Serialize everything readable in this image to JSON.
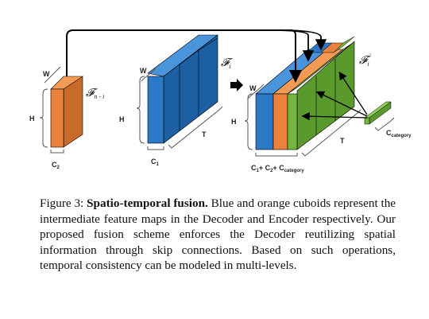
{
  "figure": {
    "labels": {
      "w": "W",
      "h": "H",
      "t": "T",
      "c1": "C",
      "c1_sub": "1",
      "c2": "C",
      "c2_sub": "2",
      "f_n_i": "𝓕",
      "f_n_i_sub": "n - i",
      "f_i": "𝓕",
      "f_i_sub": "i",
      "f_i_prime": "𝓕",
      "f_i_prime_sub": "i",
      "f_i_prime_mark": "′",
      "c_sum_1": "C",
      "c_sum_1_sub": "1",
      "c_sum_plus1": "+ C",
      "c_sum_2_sub": "2",
      "c_sum_plus2": "+ C",
      "c_sum_cat_sub": "category",
      "c_cat": "C",
      "c_cat_sub": "category"
    },
    "colors": {
      "blue_front": "#2a79c7",
      "blue_side": "#1d5fa3",
      "blue_top": "#4a94dc",
      "orange_front": "#e8823c",
      "orange_side": "#c96a28",
      "orange_top": "#f39a55",
      "green_front": "#72b63e",
      "green_side": "#5a9a2c",
      "green_top": "#8fd058",
      "line": "#000000"
    }
  },
  "caption": {
    "label": "Figure 3:",
    "title": "Spatio-temporal fusion.",
    "body": "Blue and orange cuboids represent the intermediate feature maps in the Decoder and Encoder respectively. Our proposed fusion scheme enforces the Decoder reutilizing spatial information through skip connections. Based on such operations, temporal consistency can be modeled in multi-levels."
  }
}
